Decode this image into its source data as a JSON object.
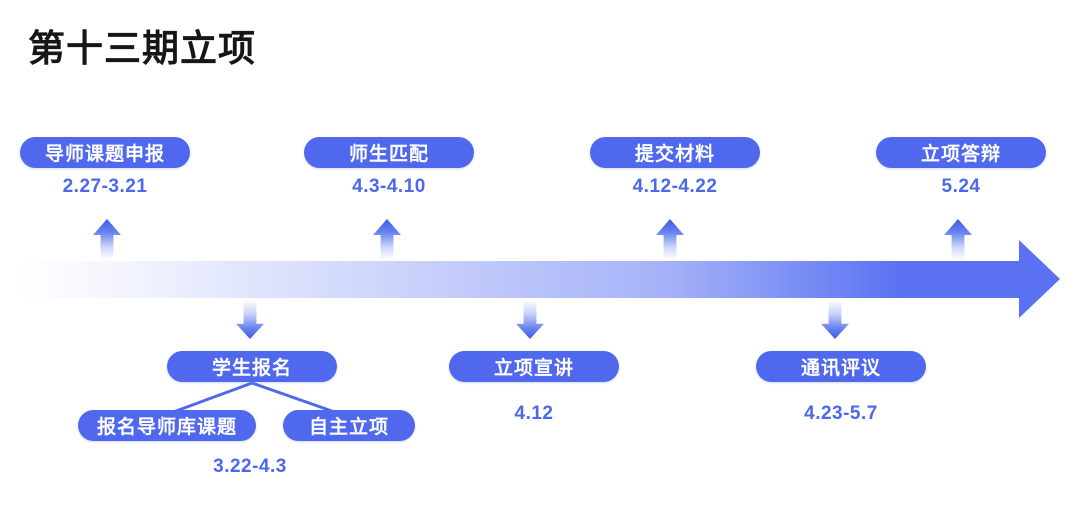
{
  "title": "第十三期立项",
  "colors": {
    "pill_blue": "#4f68ee",
    "date_blue": "#4d68ee",
    "arrow_strong_blue": "#3c5ae8",
    "band_end_blue": "#5a72f2",
    "title_black": "#161616"
  },
  "top_stages": [
    {
      "label": "导师课题申报",
      "date": "2.27-3.21"
    },
    {
      "label": "师生匹配",
      "date": "4.3-4.10"
    },
    {
      "label": "提交材料",
      "date": "4.12-4.22"
    },
    {
      "label": "立项答辩",
      "date": "5.24"
    }
  ],
  "bottom_stages": [
    {
      "label": "学生报名",
      "date": "3.22-4.3",
      "sub_options": [
        {
          "label": "报名导师库课题"
        },
        {
          "label": "自主立项"
        }
      ]
    },
    {
      "label": "立项宣讲",
      "date": "4.12"
    },
    {
      "label": "通讯评议",
      "date": "4.23-5.7"
    }
  ]
}
